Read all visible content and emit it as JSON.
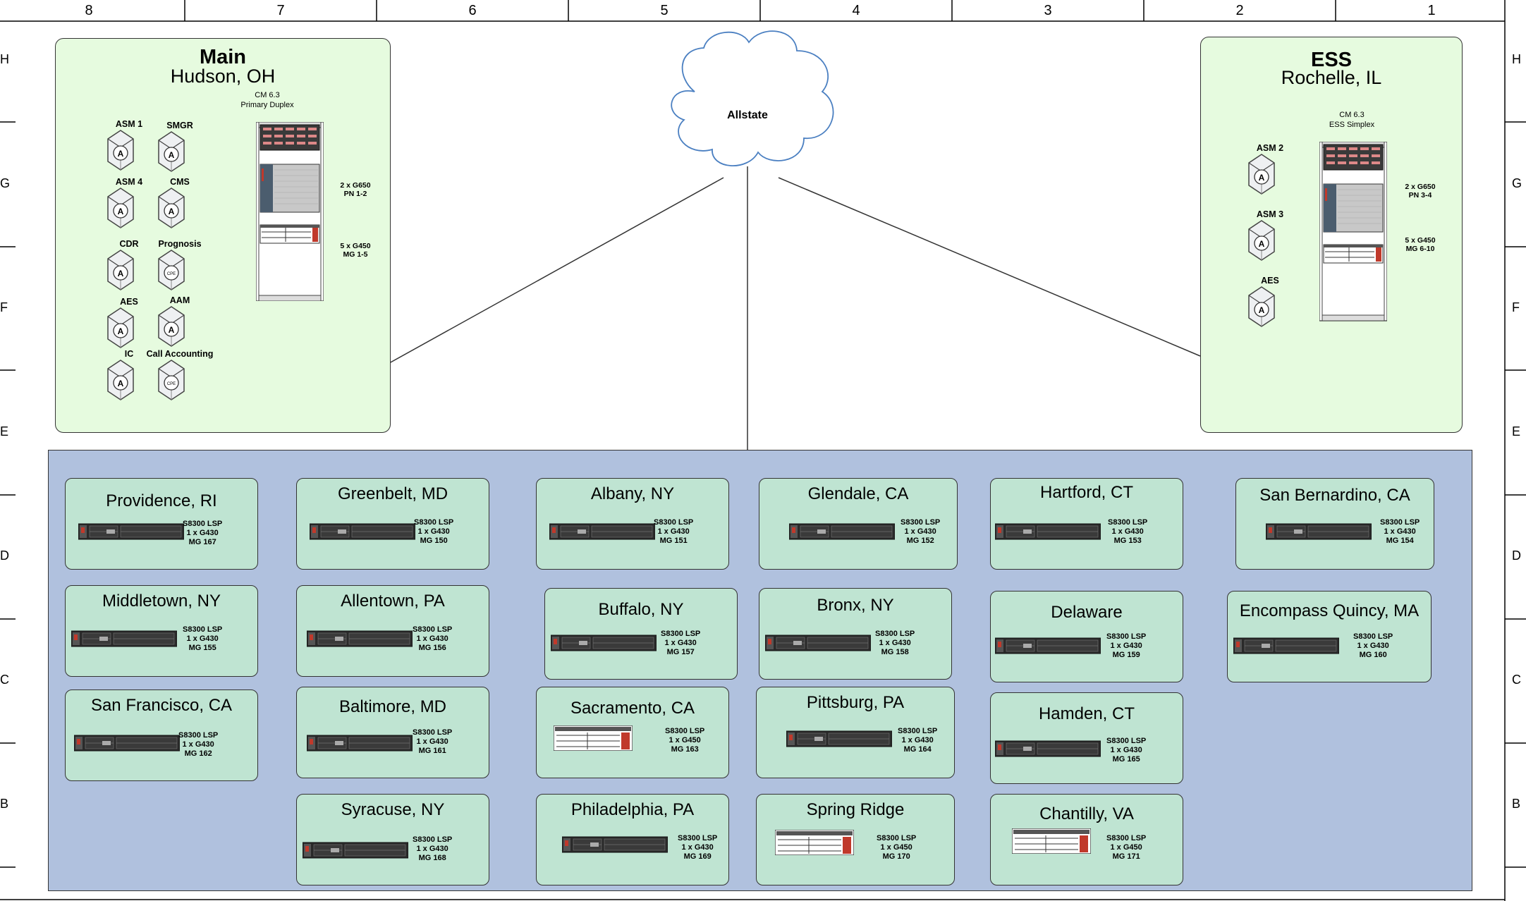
{
  "ruler": {
    "columns": [
      "8",
      "7",
      "6",
      "5",
      "4",
      "3",
      "2",
      "1"
    ],
    "rows": [
      "H",
      "G",
      "F",
      "E",
      "D",
      "C",
      "B"
    ]
  },
  "cloud": {
    "label": "Allstate"
  },
  "main_site": {
    "title": "Main",
    "location": "Hudson, OH",
    "rack_caption_1": "CM 6.3",
    "rack_caption_2": "Primary Duplex",
    "note_g650_1": "2 x G650",
    "note_g650_2": "PN 1-2",
    "note_g450_1": "5 x G450",
    "note_g450_2": "MG 1-5",
    "servers": [
      {
        "label": "ASM 1",
        "icon": "avaya-a-icon"
      },
      {
        "label": "SMGR",
        "icon": "avaya-a-icon"
      },
      {
        "label": "ASM 4",
        "icon": "avaya-a-icon"
      },
      {
        "label": "CMS",
        "icon": "avaya-a-icon"
      },
      {
        "label": "CDR",
        "icon": "avaya-a-icon"
      },
      {
        "label": "Prognosis",
        "icon": "cpe-icon"
      },
      {
        "label": "AES",
        "icon": "avaya-a-icon"
      },
      {
        "label": "AAM",
        "icon": "avaya-a-icon"
      },
      {
        "label": "IC",
        "icon": "avaya-a-icon"
      },
      {
        "label": "Call Accounting",
        "icon": "cpe-icon"
      }
    ]
  },
  "ess_site": {
    "title": "ESS",
    "location": "Rochelle, IL",
    "rack_caption_1": "CM 6.3",
    "rack_caption_2": "ESS Simplex",
    "note_g650_1": "2 x G650",
    "note_g650_2": "PN 3-4",
    "note_g450_1": "5 x G450",
    "note_g450_2": "MG 6-10",
    "servers": [
      {
        "label": "ASM 2",
        "icon": "avaya-a-icon"
      },
      {
        "label": "ASM 3",
        "icon": "avaya-a-icon"
      },
      {
        "label": "AES",
        "icon": "avaya-a-icon"
      }
    ]
  },
  "remotes": [
    {
      "name": "Providence, RI",
      "lsp": "S8300 LSP",
      "gw": "1 x G430",
      "mg": "MG 167",
      "device": "1u"
    },
    {
      "name": "Greenbelt, MD",
      "lsp": "S8300 LSP",
      "gw": "1 x G430",
      "mg": "MG 150",
      "device": "1u"
    },
    {
      "name": "Albany, NY",
      "lsp": "S8300 LSP",
      "gw": "1 x G430",
      "mg": "MG 151",
      "device": "1u"
    },
    {
      "name": "Glendale, CA",
      "lsp": "S8300 LSP",
      "gw": "1 x G430",
      "mg": "MG 152",
      "device": "1u"
    },
    {
      "name": "Hartford, CT",
      "lsp": "S8300 LSP",
      "gw": "1 x G430",
      "mg": "MG 153",
      "device": "1u"
    },
    {
      "name": "San Bernardino, CA",
      "lsp": "S8300 LSP",
      "gw": "1 x G430",
      "mg": "MG 154",
      "device": "1u"
    },
    {
      "name": "Middletown, NY",
      "lsp": "S8300 LSP",
      "gw": "1 x G430",
      "mg": "MG 155",
      "device": "1u"
    },
    {
      "name": "Allentown, PA",
      "lsp": "S8300 LSP",
      "gw": "1 x G430",
      "mg": "MG 156",
      "device": "1u"
    },
    {
      "name": "Buffalo, NY",
      "lsp": "S8300 LSP",
      "gw": "1 x G430",
      "mg": "MG 157",
      "device": "1u"
    },
    {
      "name": "Bronx, NY",
      "lsp": "S8300 LSP",
      "gw": "1 x G430",
      "mg": "MG 158",
      "device": "1u"
    },
    {
      "name": "Delaware",
      "lsp": "S8300 LSP",
      "gw": "1 x G430",
      "mg": "MG 159",
      "device": "1u"
    },
    {
      "name": "Encompass Quincy, MA",
      "lsp": "S8300 LSP",
      "gw": "1 x G430",
      "mg": "MG 160",
      "device": "1u"
    },
    {
      "name": "San Francisco, CA",
      "lsp": "S8300 LSP",
      "gw": "1 x G430",
      "mg": "MG 162",
      "device": "1u"
    },
    {
      "name": "Baltimore, MD",
      "lsp": "S8300 LSP",
      "gw": "1 x G430",
      "mg": "MG 161",
      "device": "1u"
    },
    {
      "name": "Sacramento, CA",
      "lsp": "S8300 LSP",
      "gw": "1 x G450",
      "mg": "MG 163",
      "device": "2u"
    },
    {
      "name": "Pittsburg, PA",
      "lsp": "S8300 LSP",
      "gw": "1 x G430",
      "mg": "MG 164",
      "device": "1u"
    },
    {
      "name": "Hamden, CT",
      "lsp": "S8300 LSP",
      "gw": "1 x G430",
      "mg": "MG 165",
      "device": "1u"
    },
    {
      "name": "Syracuse, NY",
      "lsp": "S8300 LSP",
      "gw": "1 x G430",
      "mg": "MG 168",
      "device": "1u"
    },
    {
      "name": "Philadelphia, PA",
      "lsp": "S8300 LSP",
      "gw": "1 x G430",
      "mg": "MG 169",
      "device": "1u"
    },
    {
      "name": "Spring Ridge",
      "lsp": "S8300 LSP",
      "gw": "1 x G450",
      "mg": "MG 170",
      "device": "2u"
    },
    {
      "name": "Chantilly, VA",
      "lsp": "S8300 LSP",
      "gw": "1 x G450",
      "mg": "MG 171",
      "device": "2u"
    }
  ],
  "colors": {
    "site_fill": "#e6fbdf",
    "panel_fill": "#b0c1de",
    "remote_fill": "#bfe4d2",
    "cloud_stroke": "#4a7fc1"
  }
}
